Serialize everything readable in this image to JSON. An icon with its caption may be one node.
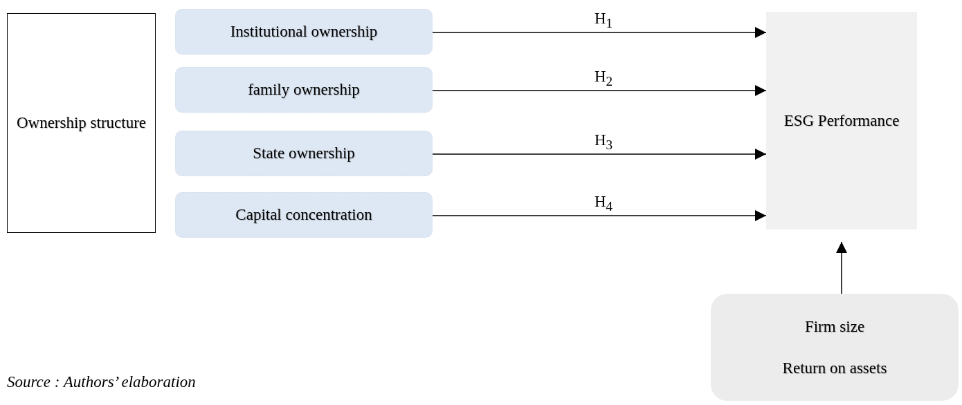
{
  "diagram": {
    "caption": "Source : Authors’ elaboration",
    "nodes": [
      {
        "text": [
          "Ownership structure"
        ]
      },
      {
        "text": [
          "Institutional ownership"
        ]
      },
      {
        "text": [
          "family ownership"
        ]
      },
      {
        "text": [
          "State ownership"
        ]
      },
      {
        "text": [
          "Capital concentration"
        ]
      },
      {
        "text": [
          "ESG Performance"
        ]
      },
      {
        "text": [
          "Firm size",
          "Return on assets"
        ]
      }
    ],
    "edges": [
      {
        "from": 1,
        "to": 5,
        "arrow": "to",
        "label": "H$_{1}$"
      },
      {
        "from": 2,
        "to": 5,
        "arrow": "to",
        "label": "H$_{2}$"
      },
      {
        "from": 3,
        "to": 5,
        "arrow": "to",
        "label": "H$_{3}$"
      },
      {
        "from": 4,
        "to": 5,
        "arrow": "to",
        "label": "H$_{4}$"
      },
      {
        "from": 6,
        "to": 5,
        "arrow": "to"
      }
    ]
  }
}
